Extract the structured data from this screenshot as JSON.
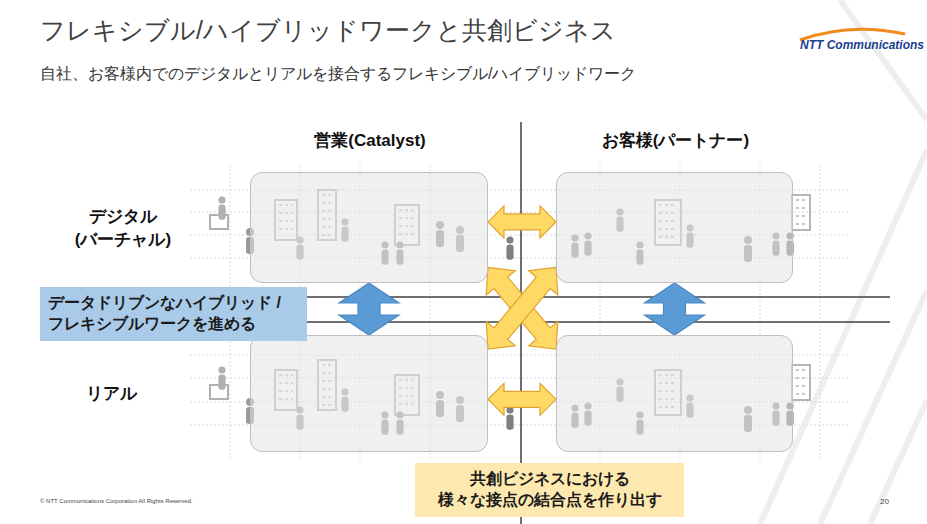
{
  "diagram": {
    "title": "フレキシブル/ハイブリッドワークと共創ビジネス",
    "nodes": [
      {
        "text": [
          "営業(Catalyst)",
          "デジタル (バーチャル)"
        ]
      },
      {
        "text": [
          "お客様(パートナー)"
        ]
      },
      {
        "text": [
          "リアル"
        ]
      },
      {
        "text": []
      },
      {
        "text": [
          "データドリブンなハイブリッド /フレキシブルワークを進める"
        ]
      },
      {
        "text": [
          "共創ビジネスにおける 様々な接点の結合点を作り出す"
        ]
      }
    ],
    "edges": [
      {
        "from": 0,
        "to": 2,
        "arrow": "both"
      },
      {
        "from": 1,
        "to": 3,
        "arrow": "both"
      },
      {
        "from": 0,
        "to": 1,
        "arrow": "both"
      },
      {
        "from": 2,
        "to": 3,
        "arrow": "both"
      },
      {
        "from": 0,
        "to": 3,
        "arrow": "both"
      },
      {
        "from": 1,
        "to": 2,
        "arrow": "both"
      }
    ],
    "labels": [
      "自社、お客様内でのデジタルとリアルを接合するフレキシブル/ハイブリッドワーク",
      "NTT Communications",
      "© NTT Communications Corporation All Rights Reserved.",
      "20"
    ]
  }
}
